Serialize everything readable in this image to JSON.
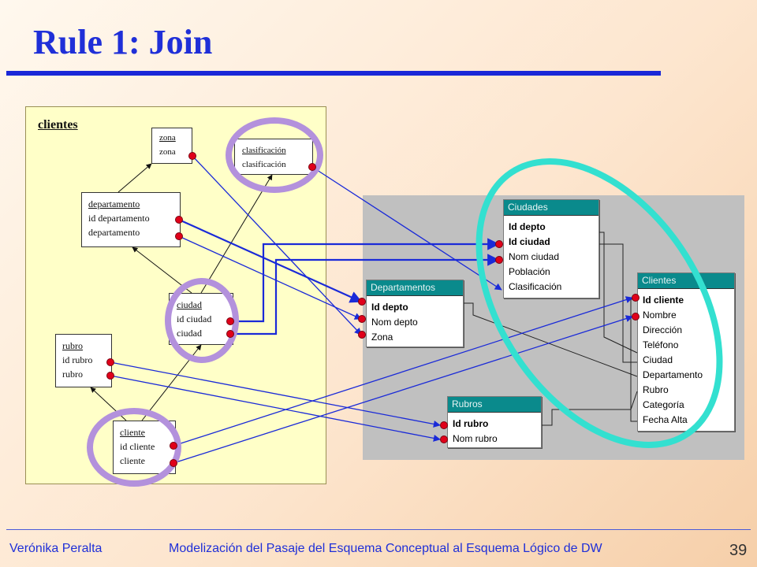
{
  "slide": {
    "title": "Rule 1: Join",
    "page_number": "39",
    "footer_author": "Verónika Peralta",
    "footer_title": "Modelización del Pasaje del Esquema Conceptual al Esquema Lógico de DW"
  },
  "conceptual": {
    "title": "clientes",
    "zona": {
      "header": "zona",
      "field": "zona"
    },
    "clasificacion": {
      "header": "clasificación",
      "field": "clasificación"
    },
    "departamento": {
      "header": "departamento",
      "fields": [
        "id departamento",
        "departamento"
      ]
    },
    "ciudad": {
      "header": "ciudad",
      "fields": [
        "id ciudad",
        "ciudad"
      ]
    },
    "rubro": {
      "header": "rubro",
      "fields": [
        "id rubro",
        "rubro"
      ]
    },
    "cliente": {
      "header": "cliente",
      "fields": [
        "id cliente",
        "cliente"
      ]
    }
  },
  "logical": {
    "ciudades": {
      "name": "Ciudades",
      "fields": [
        "Id depto",
        "Id ciudad",
        "Nom ciudad",
        "Población",
        "Clasificación"
      ]
    },
    "departamentos": {
      "name": "Departamentos",
      "fields": [
        "Id depto",
        "Nom depto",
        "Zona"
      ]
    },
    "clientes": {
      "name": "Clientes",
      "fields": [
        "Id cliente",
        "Nombre",
        "Dirección",
        "Teléfono",
        "Ciudad",
        "Departamento",
        "Rubro",
        "Categoría",
        "Fecha Alta"
      ]
    },
    "rubros": {
      "name": "Rubros",
      "fields": [
        "Id rubro",
        "Nom rubro"
      ]
    }
  },
  "colors": {
    "accent": "#1f2fd8",
    "highlight_purple": "#b391dc",
    "highlight_cyan": "#33e0d0",
    "connector_dot": "#e0001a",
    "table_header": "#0a8a8c"
  }
}
